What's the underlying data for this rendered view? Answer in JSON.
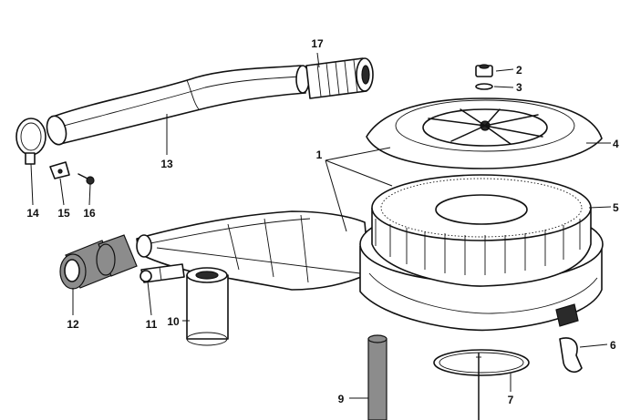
{
  "diagram": {
    "callouts": [
      {
        "id": "1",
        "text": "1"
      },
      {
        "id": "2",
        "text": "2"
      },
      {
        "id": "3",
        "text": "3"
      },
      {
        "id": "4",
        "text": "4"
      },
      {
        "id": "5",
        "text": "5"
      },
      {
        "id": "6",
        "text": "6"
      },
      {
        "id": "7",
        "text": "7"
      },
      {
        "id": "9",
        "text": "9"
      },
      {
        "id": "10",
        "text": "10"
      },
      {
        "id": "11",
        "text": "11"
      },
      {
        "id": "12",
        "text": "12"
      },
      {
        "id": "13",
        "text": "13"
      },
      {
        "id": "14",
        "text": "14"
      },
      {
        "id": "15",
        "text": "15"
      },
      {
        "id": "16",
        "text": "16"
      },
      {
        "id": "17",
        "text": "17"
      }
    ]
  }
}
